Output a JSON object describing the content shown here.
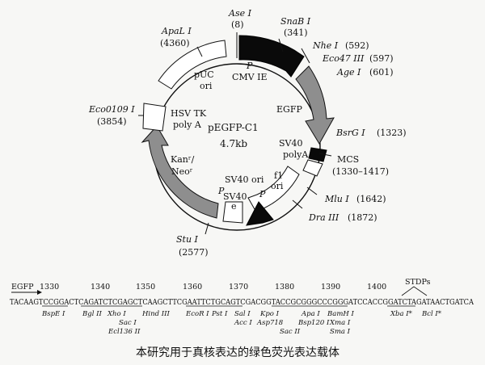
{
  "plasmid": {
    "name": "pEGFP-C1",
    "size": "4.7kb",
    "features": {
      "pcmv_p": "P",
      "pcmv_name": "CMV IE",
      "egfp": "EGFP",
      "sv40polya_1": "SV40",
      "sv40polya_2": "polyA",
      "mcs_name": "MCS",
      "mcs_range": "(1330–1417)",
      "f1_1": "f1",
      "f1_2": "ori",
      "sv40ori": "SV40 ori",
      "psv40_p": "P",
      "psv40_name": "SV40",
      "psv40_e": "e",
      "p_label": "P",
      "kanneo_1": "Kanʳ/",
      "kanneo_2": "Neoʳ",
      "hsvtk_1": "HSV TK",
      "hsvtk_2": "poly A",
      "puc_1": "pUC",
      "puc_2": "ori"
    },
    "sites": {
      "asei": {
        "name": "Ase I",
        "pos": "(8)"
      },
      "snabi": {
        "name": "SnaB I",
        "pos": "(341)"
      },
      "nhei": {
        "name": "Nhe I",
        "pos": "(592)"
      },
      "eco47": {
        "name": "Eco47 III",
        "pos": "(597)"
      },
      "agei": {
        "name": "Age I",
        "pos": "(601)"
      },
      "bsrgi": {
        "name": "BsrG I",
        "pos": "(1323)"
      },
      "mlui": {
        "name": "Mlu I",
        "pos": "(1642)"
      },
      "draiii": {
        "name": "Dra III",
        "pos": "(1872)"
      },
      "stui": {
        "name": "Stu I",
        "pos": "(2577)"
      },
      "eco0109": {
        "name": "Eco0109 I",
        "pos": "(3854)"
      },
      "apali": {
        "name": "ApaL I",
        "pos": "(4360)"
      }
    }
  },
  "sequence": {
    "egfp_label": "EGFP",
    "stdps_label": "STDPs",
    "numbers": [
      "1330",
      "1340",
      "1350",
      "1360",
      "1370",
      "1380",
      "1390",
      "1400"
    ],
    "seq_text": "TACAAGTCCGGACTCAGATCTCGAGCTCAAGCTTCGAATTCTGCAGTCGACGGTACCGCGGGCCCGGGATCCACCGGATCTAGATAACTGATCA",
    "enzymes_row1": [
      "BspE I",
      "Bgl II",
      "Xho I",
      "Hind III",
      "EcoR I",
      "Pst I",
      "Sal I",
      "Kpo I",
      "Apa I",
      "BamH I",
      "Xba I*",
      "Bcl I*"
    ],
    "enzymes_row2": [
      "Sac I",
      "Acc I",
      "Asp718",
      "Bsp120 I",
      "Xma I"
    ],
    "enzymes_row3": [
      "Ecl136 II",
      "Sac II",
      "Sma I"
    ]
  },
  "caption": "本研究用于真核表达的绿色荧光表达载体"
}
